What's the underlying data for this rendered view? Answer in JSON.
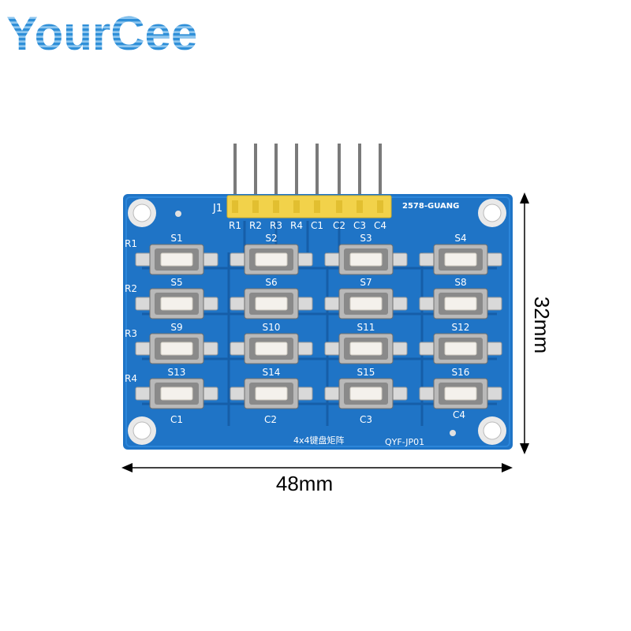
{
  "brand": {
    "name": "YourCee"
  },
  "board": {
    "header_ref": "J1",
    "pin_labels": [
      "R1",
      "R2",
      "R3",
      "R4",
      "C1",
      "C2",
      "C3",
      "C4"
    ],
    "part_code": "2578-GUANG",
    "row_labels": [
      "R1",
      "R2",
      "R3",
      "R4"
    ],
    "switch_labels": [
      "S1",
      "S2",
      "S3",
      "S4",
      "S5",
      "S6",
      "S7",
      "S8",
      "S9",
      "S10",
      "S11",
      "S12",
      "S13",
      "S14",
      "S15",
      "S16"
    ],
    "column_labels": [
      "C1",
      "C2",
      "C3",
      "C4"
    ],
    "title_cn": "4x4键盘矩阵",
    "model": "QYF-JP01"
  },
  "dimensions": {
    "width": "48mm",
    "height": "32mm"
  },
  "colors": {
    "brand": "#2f8fd8",
    "pcb": "#1f74c6",
    "pcb_dark": "#155a9e",
    "header": "#f2d24a",
    "pin": "#777777"
  }
}
